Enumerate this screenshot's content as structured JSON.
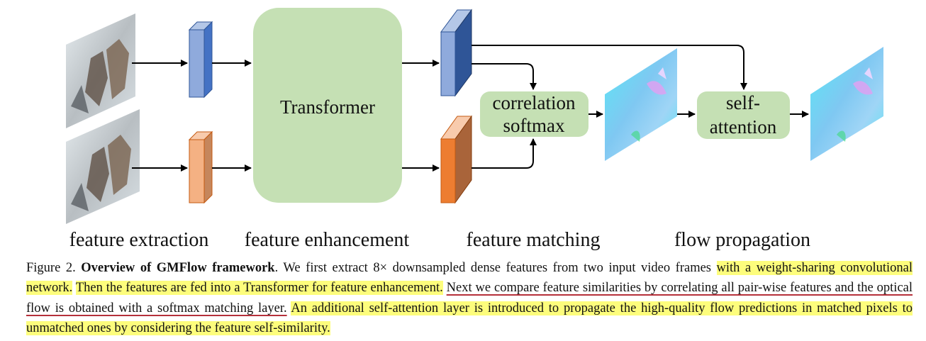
{
  "diagram": {
    "stages": {
      "extraction": "feature extraction",
      "enhancement": "feature enhancement",
      "matching": "feature matching",
      "propagation": "flow propagation"
    },
    "blocks": {
      "transformer": "Transformer",
      "correlation_line1": "correlation",
      "correlation_line2": "softmax",
      "attention_line1": "self-",
      "attention_line2": "attention"
    },
    "colors": {
      "block_fill": "#c5e0b4",
      "blue_feature": "#8faadc",
      "orange_feature": "#f4b183",
      "arrow": "#000000"
    }
  },
  "caption": {
    "figure_label": "Figure 2.",
    "title": "Overview of GMFlow framework",
    "sentence1_a": ". We first extract 8× downsampled dense features from two input video frames ",
    "sentence1_b": "with a weight-sharing convolutional network.",
    "sentence2": "Then the features are fed into a Transformer for feature enhancement.",
    "sentence3": "Next we compare feature similarities by correlating all pair-wise features and the optical flow is obtained with a softmax matching layer.",
    "sentence4": "An additional self-attention layer is introduced to propagate the high-quality flow predictions in matched pixels to unmatched ones by considering the feature self-similarity.",
    "highlight_color": "#fdfd7c",
    "underline_color": "#b5303a"
  }
}
